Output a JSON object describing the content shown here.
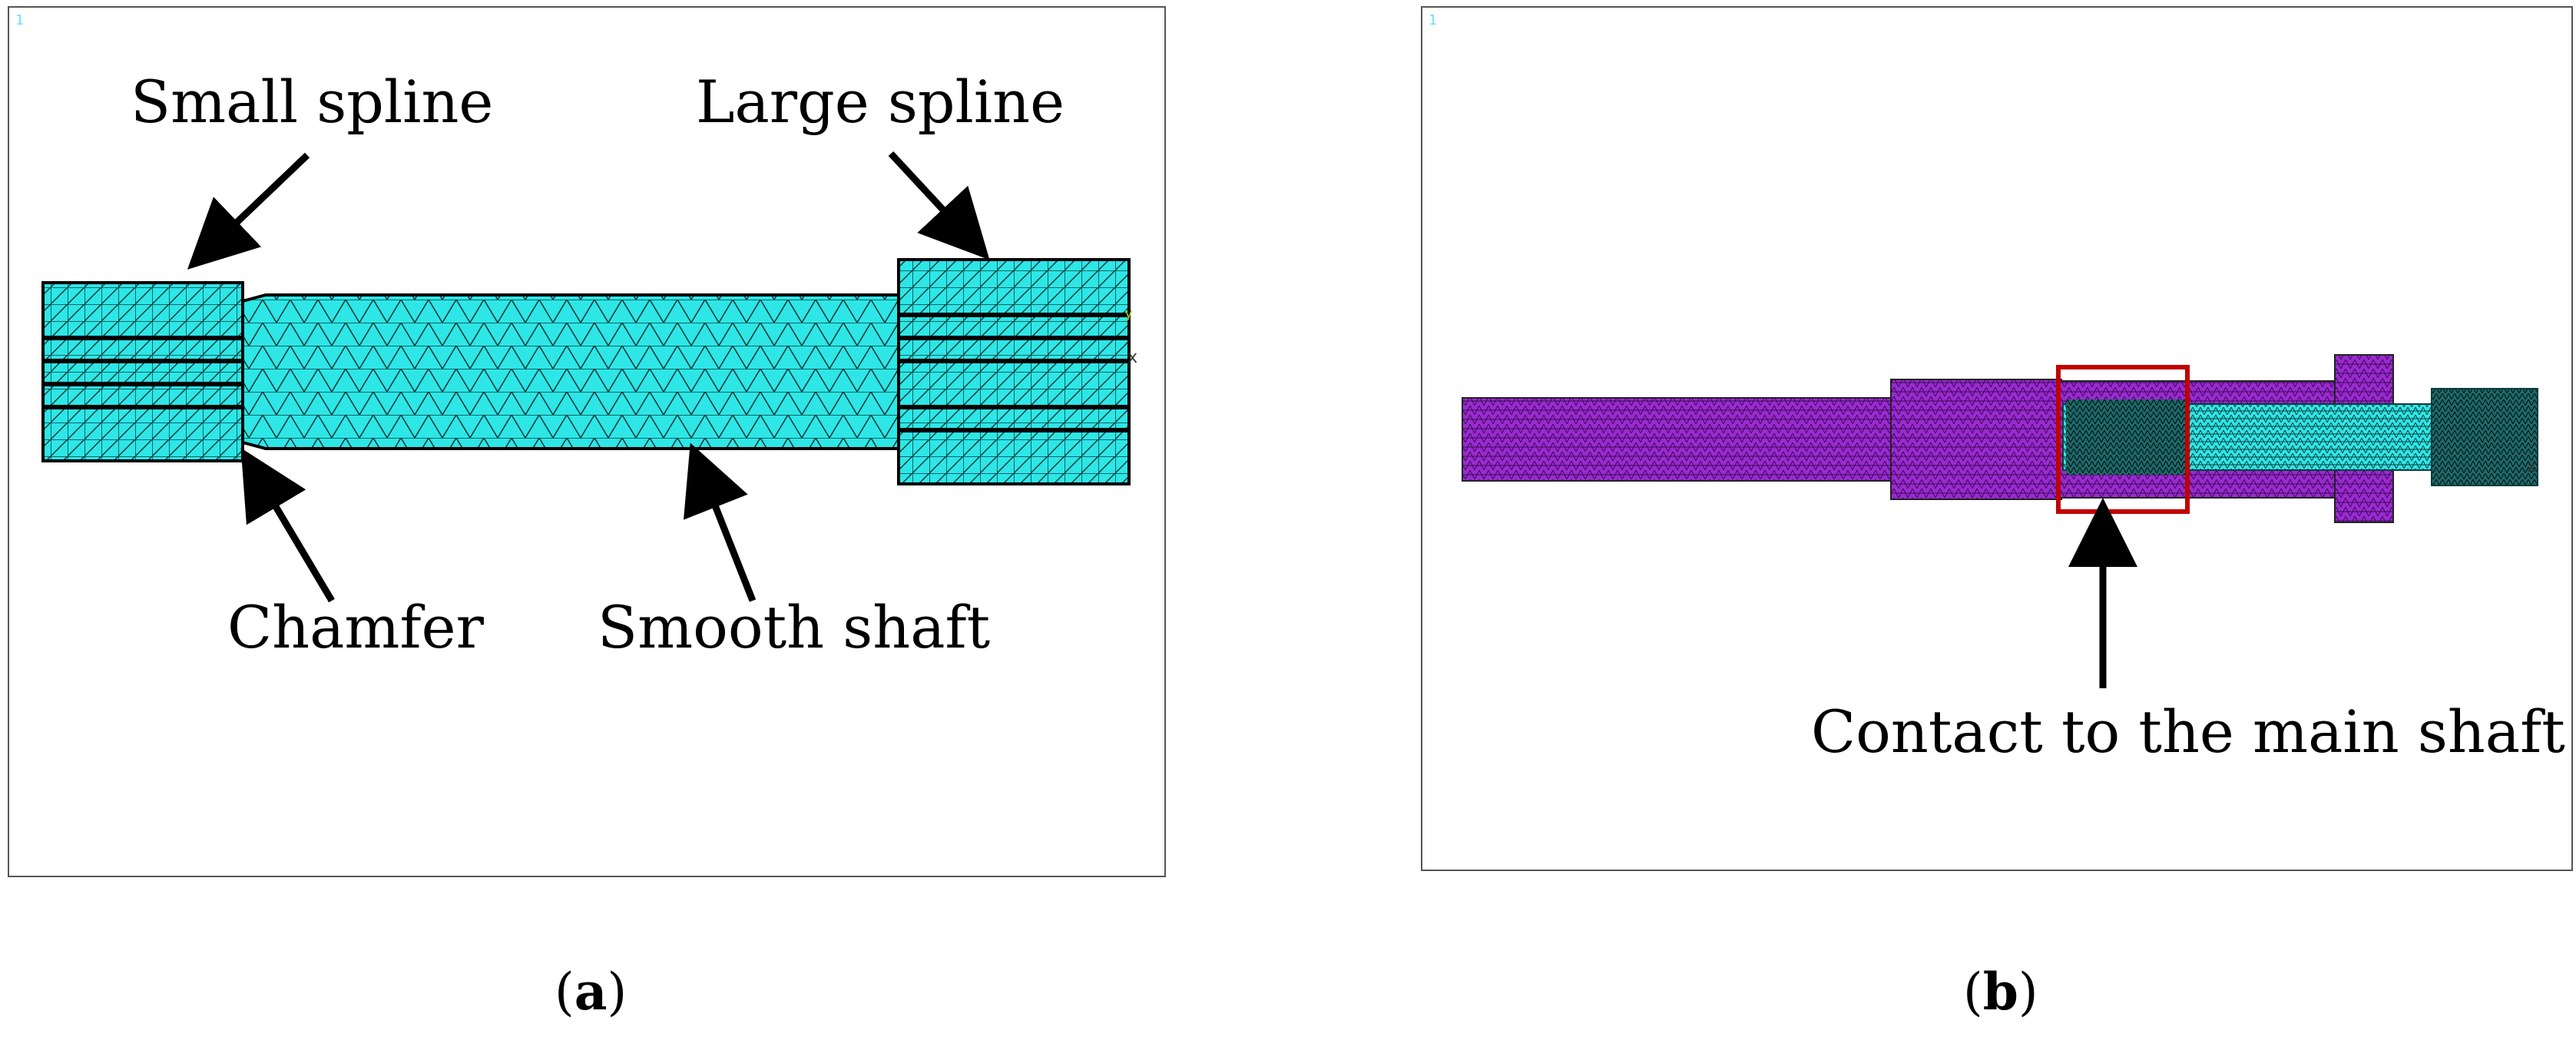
{
  "panel_a": {
    "ansys_number": "1",
    "labels": {
      "small_spline": "Small spline",
      "large_spline": "Large spline",
      "chamfer": "Chamfer",
      "smooth_shaft": "Smooth shaft"
    },
    "caption": {
      "open": "(",
      "letter": "a",
      "close": ")"
    }
  },
  "panel_b": {
    "ansys_number": "1",
    "labels": {
      "contact": "Contact to the main shaft"
    },
    "caption": {
      "open": "(",
      "letter": "b",
      "close": ")"
    }
  },
  "colors": {
    "mesh_cyan": "#2ee6e6",
    "mesh_line": "#0b3c3c",
    "mesh_purple": "#9a2ad0",
    "highlight_box": "#c00000",
    "arrow": "#000000"
  }
}
